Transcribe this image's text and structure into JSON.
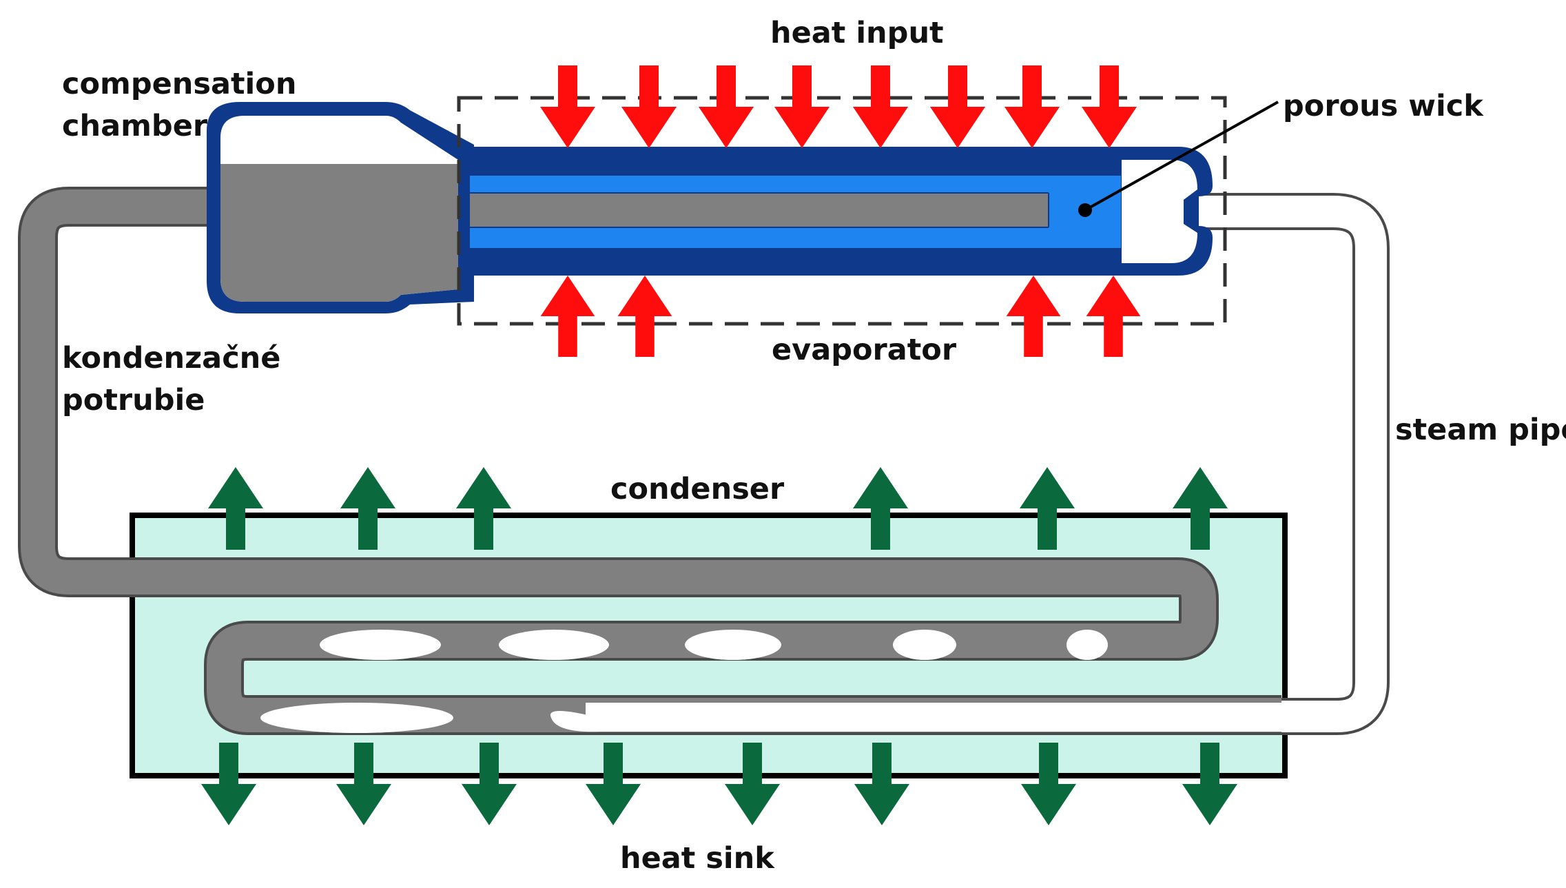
{
  "labels": {
    "heat_input": "heat input",
    "compensation_chamber_line1": "compensation",
    "compensation_chamber_line2": "chamber",
    "porous_wick": "porous wick",
    "evaporator": "evaporator",
    "kondenzacne_line1": "kondenzačné",
    "kondenzacne_line2": "potrubie",
    "steam_pipe": "steam pipe",
    "condenser": "condenser",
    "heat_sink": "heat sink"
  },
  "colors": {
    "pipe_gray": "#808080",
    "pipe_outline": "#4a4a4a",
    "casing_dark_blue": "#0f3a8c",
    "wick_blue": "#1e84f0",
    "heat_input_red": "#ff0d0d",
    "heat_sink_green": "#0b6a3d",
    "condenser_fill": "#ccf3ea",
    "outline_black": "#000000"
  }
}
